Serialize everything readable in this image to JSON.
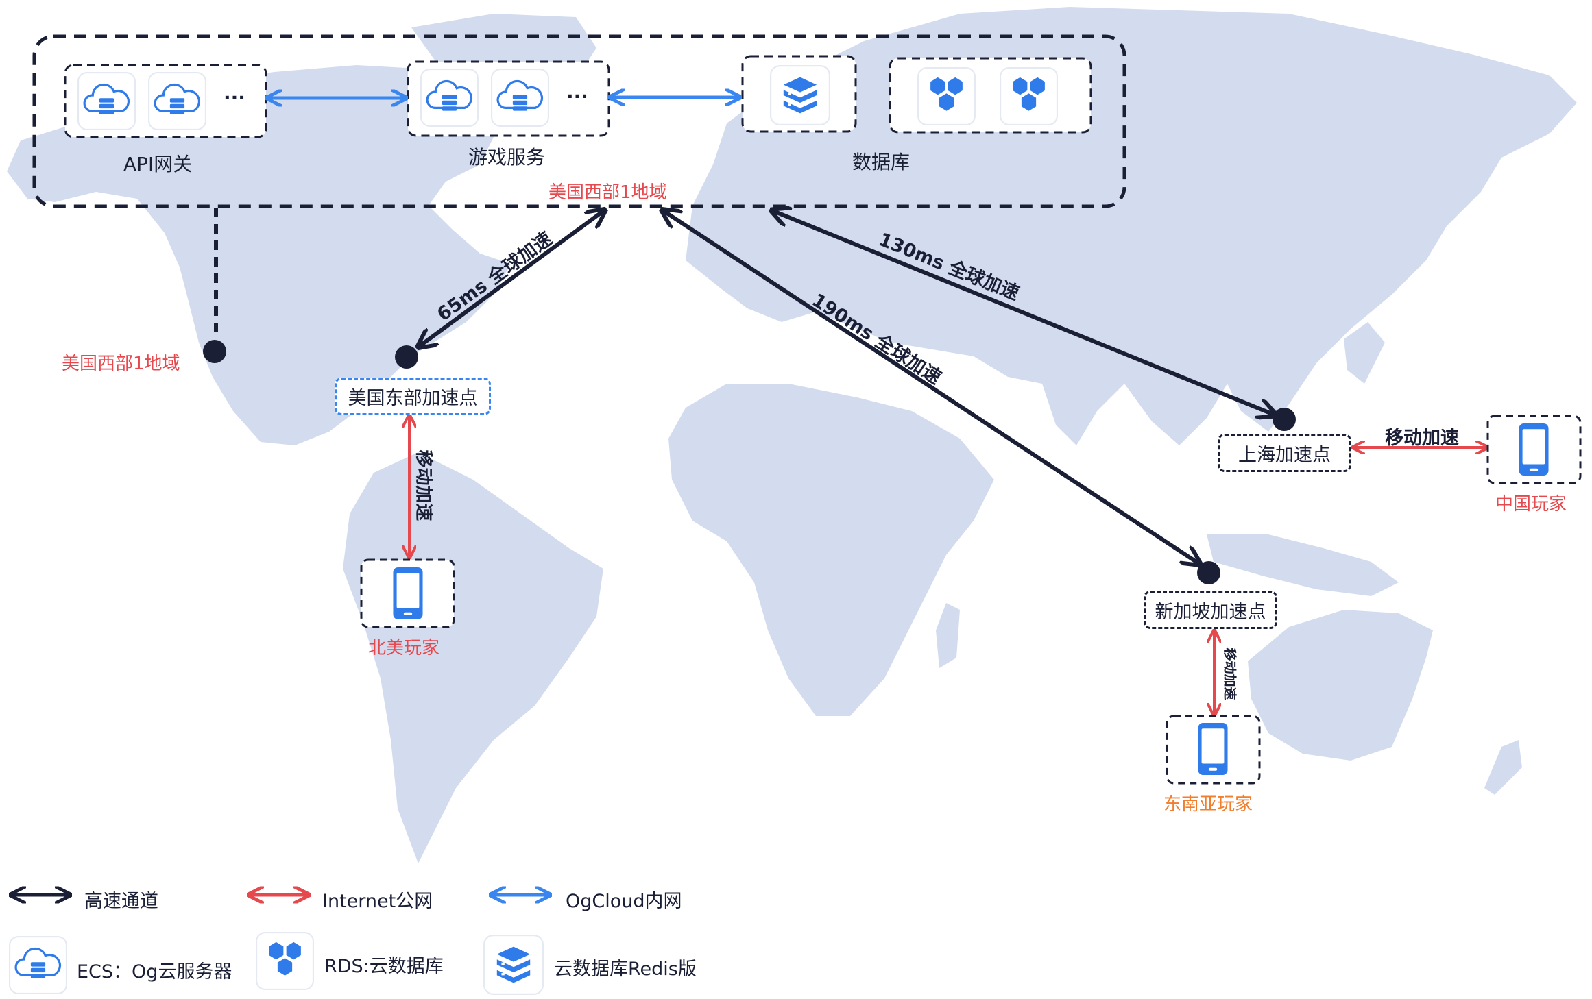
{
  "top_group": {
    "api_gateway_label": "API网关",
    "game_service_label": "游戏服务",
    "database_label": "数据库",
    "region_label": "美国西部1地域",
    "more_symbol": "···"
  },
  "map_labels": {
    "us_west_region": "美国西部1地域",
    "us_east_node": "美国东部加速点",
    "shanghai_node": "上海加速点",
    "singapore_node": "新加坡加速点"
  },
  "links": {
    "us_east_link": "65ms 全球加速",
    "shanghai_link": "130ms 全球加速",
    "singapore_link": "190ms 全球加速",
    "mobile_accel_na": "移动加速",
    "mobile_accel_cn": "移动加速",
    "mobile_accel_sea": "移动加速"
  },
  "players": {
    "north_america": "北美玩家",
    "china": "中国玩家",
    "southeast_asia": "东南亚玩家"
  },
  "legend": {
    "high_speed": "高速通道",
    "internet": "Internet公网",
    "ogcloud_intranet": "OgCloud内网",
    "ecs": "ECS：Og云服务器",
    "rds": "RDS:云数据库",
    "redis": "云数据库Redis版"
  },
  "colors": {
    "dark": "#1a1f36",
    "internet_red": "#e5484d",
    "intranet_blue": "#3a86f0",
    "map_fill": "#d3dcee",
    "player_orange": "#f07e2c"
  }
}
